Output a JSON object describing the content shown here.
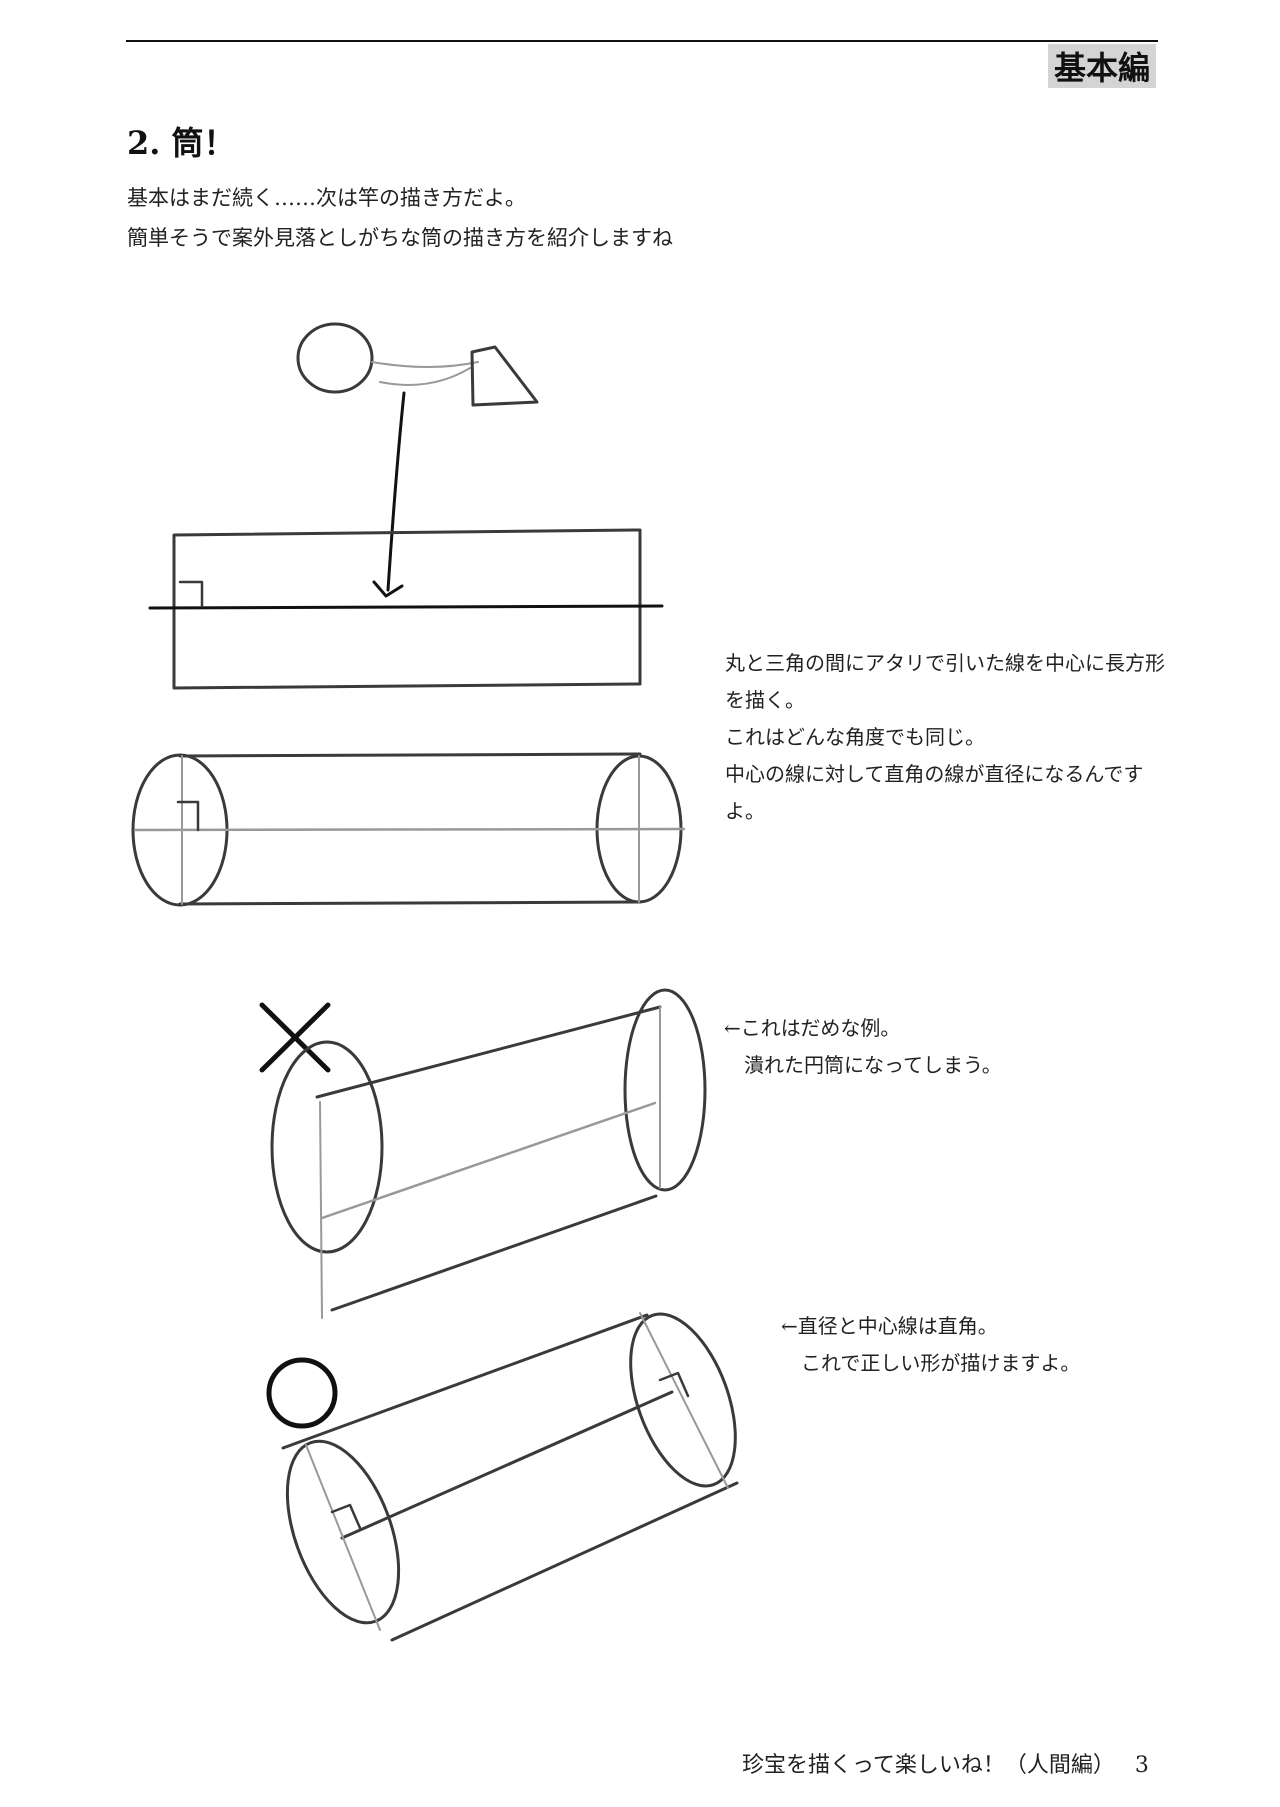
{
  "header": {
    "chapter_label": "基本編"
  },
  "section": {
    "title": "2. 筒！",
    "intro": [
      "基本はまだ続く……次は竿の描き方だよ。",
      "簡単そうで案外見落としがちな筒の描き方を紹介しますね"
    ]
  },
  "notes": {
    "step": [
      "丸と三角の間にアタリで引いた線を中心に長方形を描く。",
      "これはどんな角度でも同じ。",
      "中心の線に対して直角の線が直径になるんですよ。"
    ],
    "bad": [
      "←これはだめな例。",
      "潰れた円筒になってしまう。"
    ],
    "good": [
      "←直径と中心線は直角。",
      "これで正しい形が描けますよ。"
    ]
  },
  "marks": {
    "bad": "×",
    "good": "○"
  },
  "footer": {
    "book_title": "珍宝を描くって楽しいね！（人間編）",
    "page_number": "3"
  }
}
